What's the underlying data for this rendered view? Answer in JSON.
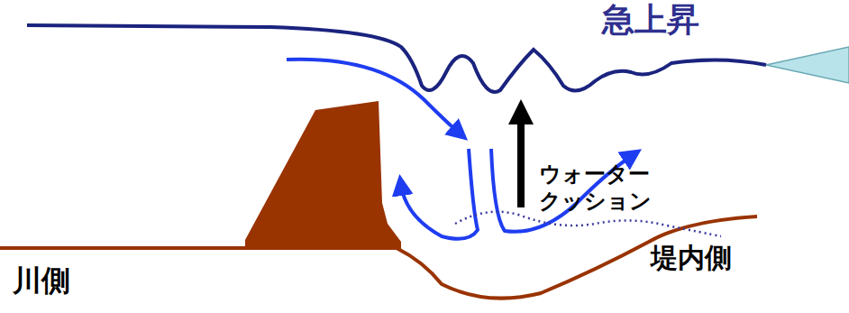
{
  "diagram": {
    "labels": [
      "急上昇",
      "ウォーター クッション",
      "堤内側",
      "川側"
    ]
  }
}
